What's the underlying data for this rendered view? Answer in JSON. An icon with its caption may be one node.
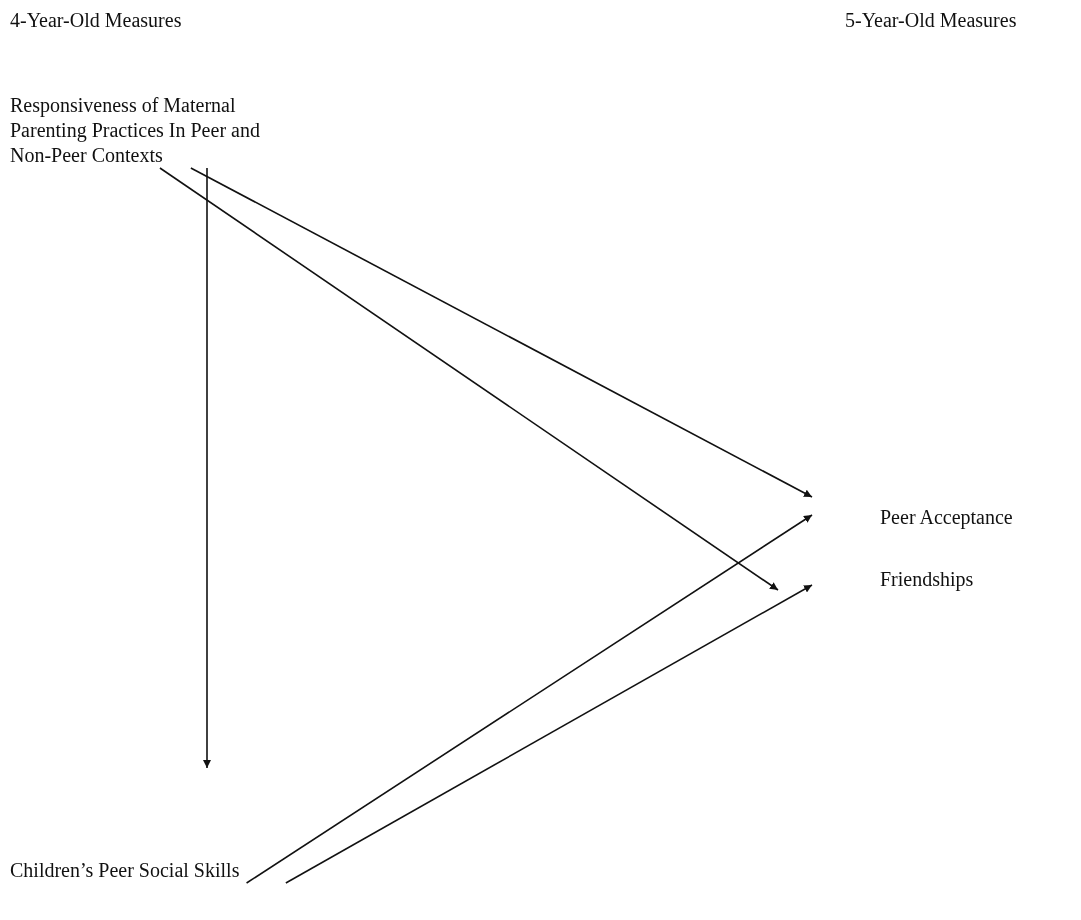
{
  "diagram": {
    "nodes": [
      {
        "text": [
          "Responsiveness of Maternal Parenting Practices In Peer and Non-Peer Contexts"
        ]
      },
      {
        "text": [
          "Peer Acceptance"
        ]
      },
      {
        "text": [
          "Friendships"
        ]
      },
      {
        "text": [
          "Children’s Peer Social Skills"
        ]
      }
    ],
    "edges": [
      {
        "from": 0,
        "to": 3,
        "arrow": "to"
      },
      {
        "from": 0,
        "to": 1,
        "arrow": "to"
      },
      {
        "from": 0,
        "to": 2,
        "arrow": "to"
      },
      {
        "from": 3,
        "to": 1,
        "arrow": "to"
      },
      {
        "from": 3,
        "to": 2,
        "arrow": "to"
      }
    ],
    "labels": [
      "4-Year-Old Measures",
      "5-Year-Old Measures"
    ]
  }
}
